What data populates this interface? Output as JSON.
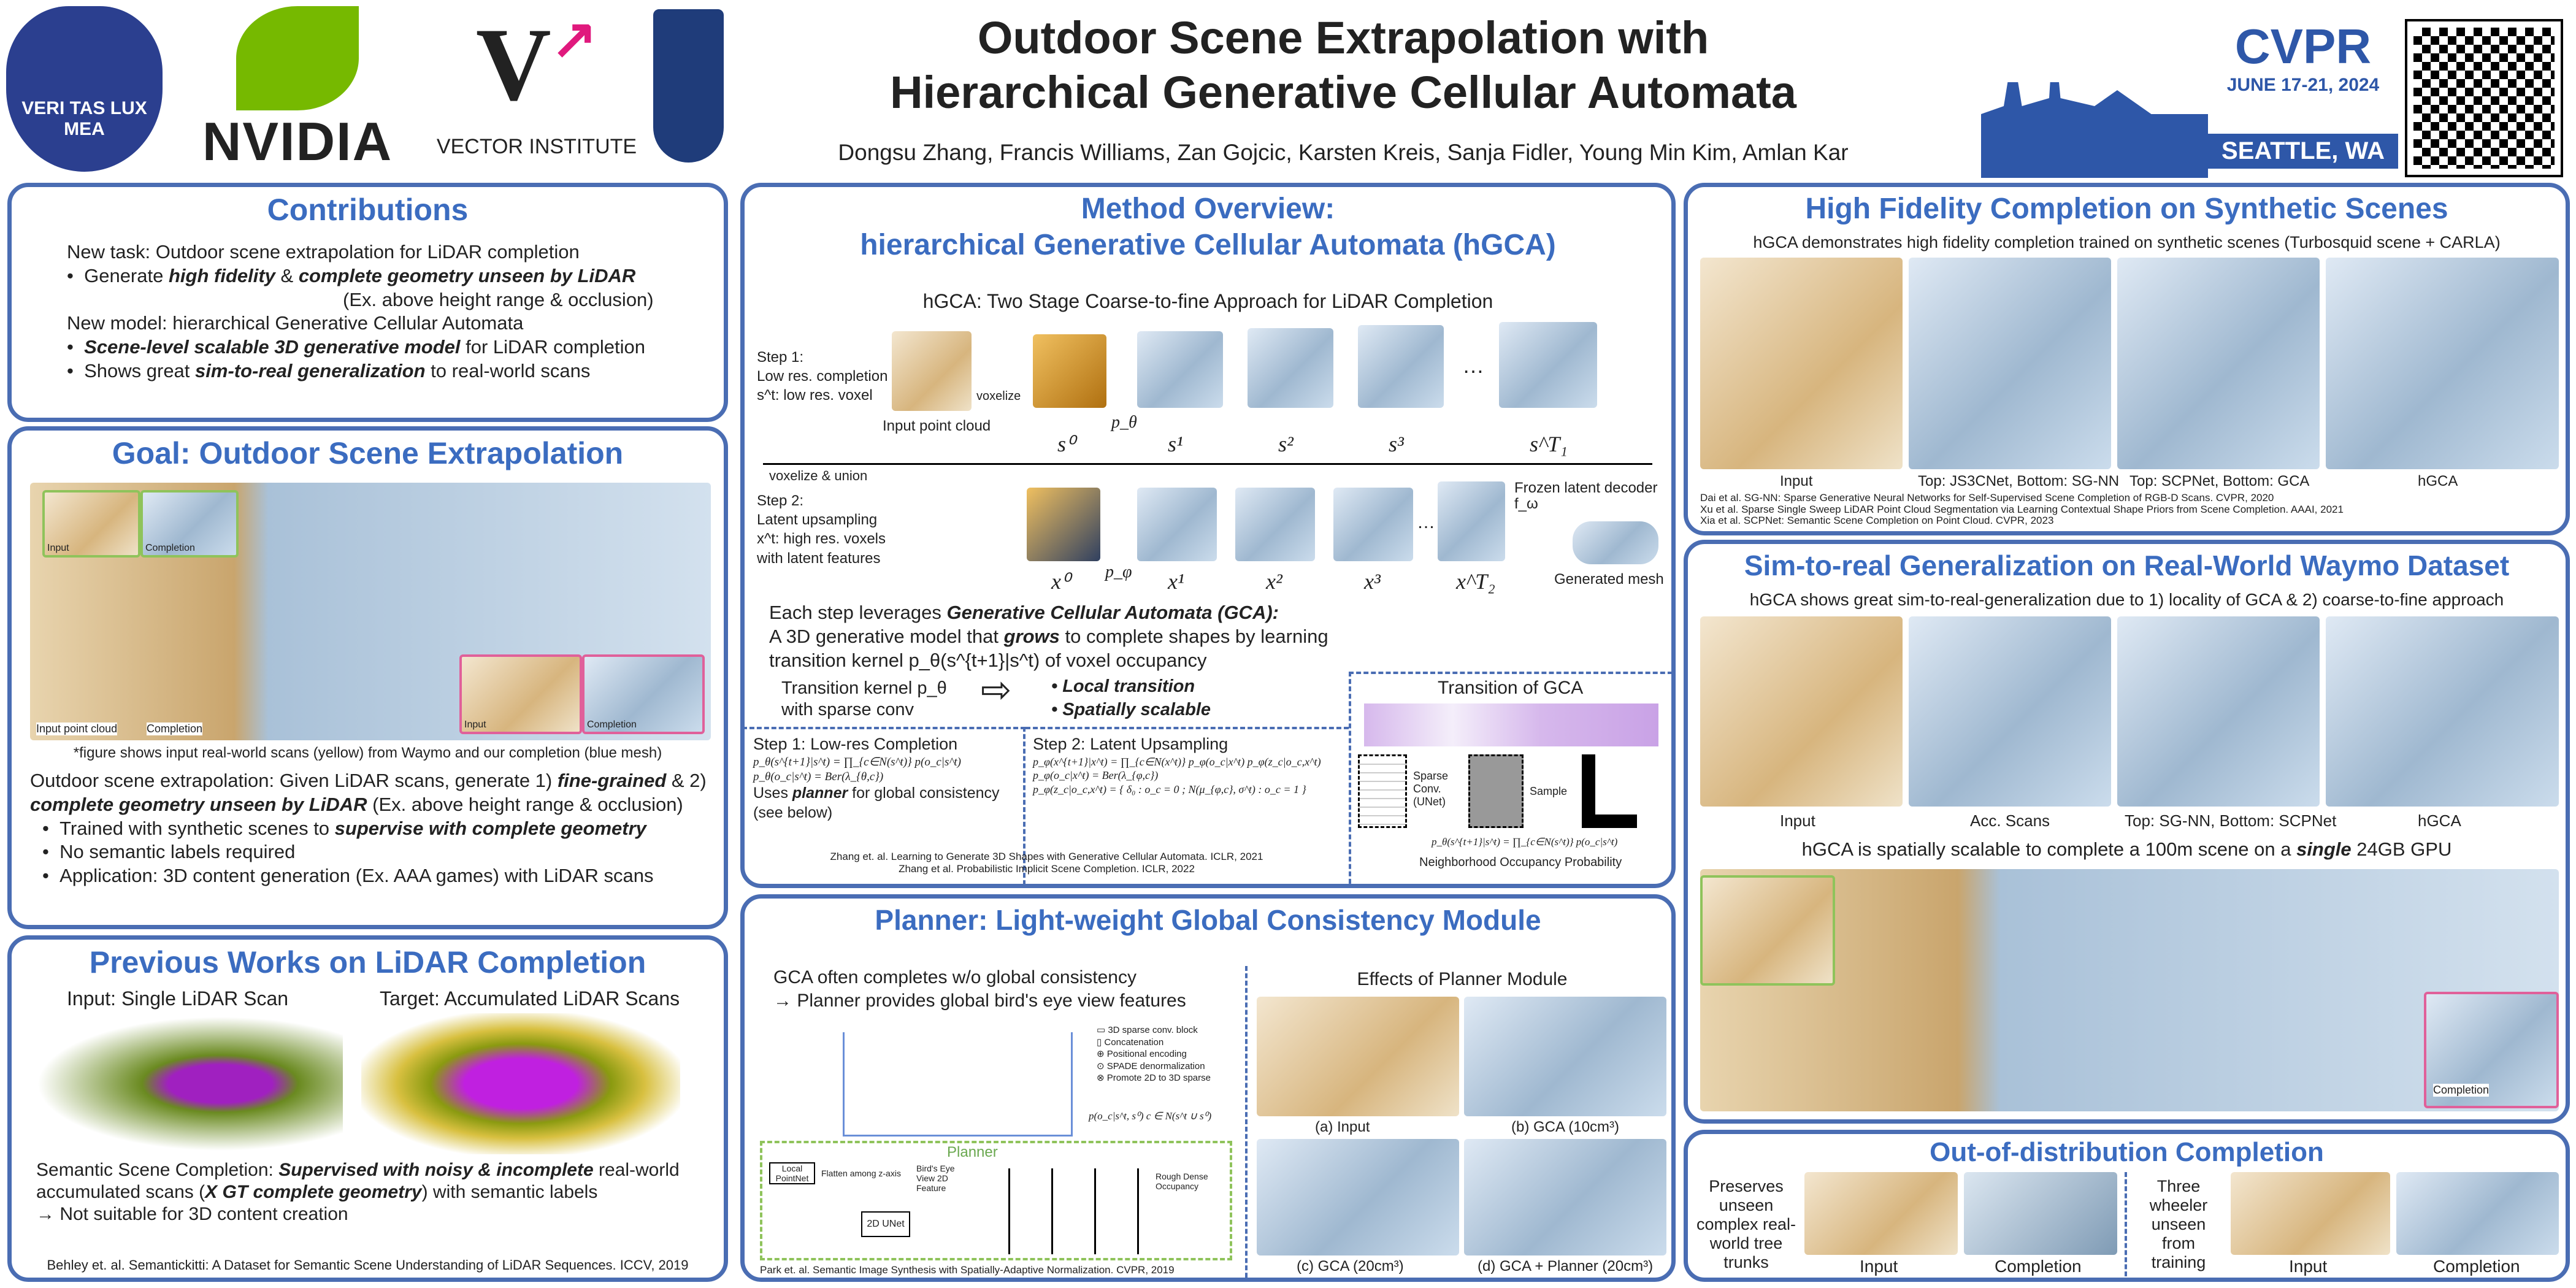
{
  "header": {
    "title_line1": "Outdoor Scene Extrapolation with",
    "title_line2": "Hierarchical Generative Cellular Automata",
    "authors": "Dongsu Zhang, Francis Williams, Zan Gojcic, Karsten Kreis, Sanja Fidler, Young Min Kim, Amlan Kar",
    "logos": {
      "snu": "VERI TAS LUX MEA",
      "nvidia": "NVIDIA",
      "vector": "VECTOR INSTITUTE",
      "conference": "CVPR",
      "dates": "JUNE 17-21, 2024",
      "city": "SEATTLE, WA"
    }
  },
  "contributions": {
    "title": "Contributions",
    "l1": "New task: Outdoor scene extrapolation for LiDAR completion",
    "b1a": "Generate ",
    "b1b": "high fidelity",
    "b1c": " & ",
    "b1d": "complete geometry unseen by LiDAR",
    "l2": "(Ex. above height range & occlusion)",
    "l3": "New model: hierarchical Generative Cellular Automata",
    "b2a": "Scene-level scalable 3D generative model",
    "b2b": " for LiDAR completion",
    "b3a": "Shows great ",
    "b3b": "sim-to-real generalization",
    "b3c": " to real-world scans"
  },
  "goal": {
    "title": "Goal: Outdoor Scene Extrapolation",
    "fig_labels": [
      "Input",
      "Completion",
      "Input point cloud",
      "Completion",
      "Input",
      "Completion"
    ],
    "note": "*figure shows input real-world scans (yellow) from Waymo and our completion (blue mesh)",
    "p1": "Outdoor scene extrapolation: Given LiDAR scans, generate 1) ",
    "p1b": "fine-grained",
    "p1c": " & 2) ",
    "p1d": "complete geometry unseen by LiDAR",
    "p1e": " (Ex. above height range & occlusion)",
    "bullets": [
      {
        "a": "Trained with synthetic scenes to ",
        "b": "supervise with complete geometry"
      },
      {
        "a": "No semantic labels required",
        "b": ""
      },
      {
        "a": "Application: 3D content generation (Ex. AAA games) with LiDAR scans",
        "b": ""
      }
    ]
  },
  "previous": {
    "title": "Previous Works on LiDAR Completion",
    "input_label": "Input: Single LiDAR Scan",
    "target_label": "Target: Accumulated LiDAR Scans",
    "p1": "Semantic Scene Completion: ",
    "p1b": "Supervised with noisy & incomplete",
    "p1c": " real-world accumulated scans (",
    "p1d": "X GT complete geometry",
    "p1e": ") with semantic labels",
    "p2": "→ Not suitable for 3D content creation",
    "ref": "Behley et. al. Semantickitti: A Dataset for Semantic Scene Understanding of LiDAR Sequences. ICCV, 2019"
  },
  "method": {
    "title1": "Method Overview:",
    "title2": "hierarchical Generative Cellular Automata (hGCA)",
    "subtitle": "hGCA: Two Stage Coarse-to-fine Approach for LiDAR Completion",
    "step1": [
      "Step 1:",
      "Low res. completion",
      "s^t: low res. voxel"
    ],
    "input_pc": "Input point cloud",
    "voxelize": "voxelize",
    "s_labels": [
      "s⁰",
      "p_θ",
      "s¹",
      "s²",
      "s³",
      "…",
      "s^T₁"
    ],
    "voxelize_union": "voxelize & union",
    "step2": [
      "Step 2:",
      "Latent upsampling",
      "x^t: high res. voxels",
      "with latent features"
    ],
    "x_labels": [
      "x⁰",
      "p_φ",
      "x¹",
      "x²",
      "x³",
      "…",
      "x^T₂"
    ],
    "frozen": "Frozen latent decoder f_ω",
    "generated": "Generated mesh",
    "gca_p1": "Each step leverages ",
    "gca_p1b": "Generative Cellular Automata (GCA):",
    "gca_p2": "A 3D generative model that ",
    "gca_p2b": "grows",
    "gca_p2c": " to complete shapes by learning transition kernel p_θ(s^{t+1}|s^t) of voxel occupancy",
    "kernel": "Transition kernel p_θ with sparse conv",
    "kb1": "Local transition",
    "kb2": "Spatially scalable",
    "transition_title": "Transition of GCA",
    "sparse_conv": "Sparse Conv. (UNet)",
    "sample": "Sample",
    "nop": "Neighborhood Occupancy Probability",
    "nop_formula": "p_θ(s^{t+1}|s^t) = ∏_{c∈N(s^t)} p(o_c|s^t)",
    "s1_title": "Step 1: Low-res Completion",
    "s1_f1": "p_θ(s^{t+1}|s^t) = ∏_{c∈N(s^t)} p(o_c|s^t)",
    "s1_f2": "p_θ(o_c|s^t) = Ber(λ_{θ,c})",
    "s1_t1": "Uses ",
    "s1_t2": "planner",
    "s1_t3": " for global consistency (see below)",
    "s2_title": "Step 2: Latent Upsampling",
    "s2_f1": "p_φ(x^{t+1}|x^t) = ∏_{c∈N(x^t)} p_φ(o_c|x^t) p_φ(z_c|o_c,x^t)",
    "s2_f2": "p_φ(o_c|x^t) = Ber(λ_{φ,c})",
    "s2_f3": "p_φ(z_c|o_c,x^t) = { δ₀ : o_c = 0 ; N(μ_{φ,c}, σ^t) : o_c = 1 }",
    "ref1": "Zhang et. al. Learning to Generate 3D Shapes with Generative Cellular Automata. ICLR, 2021",
    "ref2": "Zhang et al. Probabilistic Implicit Scene Completion. ICLR, 2022"
  },
  "planner": {
    "title": "Planner: Light-weight Global Consistency Module",
    "l1": "GCA often completes w/o global consistency",
    "l2": "→ Planner provides global bird's eye view features",
    "legend": [
      "3D sparse conv. block",
      "Concatenation",
      "Positional encoding",
      "SPADE denormalization",
      "Promote 2D to 3D sparse"
    ],
    "planner_label": "Planner",
    "local_pointnet": "Local PointNet",
    "flatten": "Flatten among z-axis",
    "bev": "Bird's Eye View 2D Feature",
    "unet": "2D UNet",
    "rough": "Rough Dense Occupancy",
    "out": "p(o_c|s^t, s⁰)  c ∈ N(s^t ∪ s⁰)",
    "effects_title": "Effects of Planner Module",
    "effects": [
      "(a) Input",
      "(b) GCA (10cm³)",
      "(c) GCA (20cm³)",
      "(d) GCA + Planner (20cm³)"
    ],
    "ref": "Park et. al. Semantic Image Synthesis with Spatially-Adaptive Normalization. CVPR, 2019"
  },
  "fidelity": {
    "title": "High Fidelity Completion on Synthetic Scenes",
    "sub": "hGCA demonstrates high fidelity completion trained on synthetic scenes (Turbosquid scene + CARLA)",
    "cols": [
      "Input",
      "Top: JS3CNet, Bottom: SG-NN",
      "Top: SCPNet, Bottom: GCA",
      "hGCA"
    ],
    "refs": [
      "Dai et al. SG-NN: Sparse Generative Neural Networks for Self-Supervised Scene Completion of RGB-D Scans. CVPR, 2020",
      "Xu et al. Sparse Single Sweep LiDAR Point Cloud Segmentation via Learning Contextual Shape Priors from Scene Completion. AAAI, 2021",
      "Xia et al. SCPNet: Semantic Scene Completion on Point Cloud. CVPR, 2023"
    ]
  },
  "simreal": {
    "title": "Sim-to-real Generalization on Real-World Waymo Dataset",
    "sub": "hGCA shows great sim-to-real-generalization due to 1) locality of GCA & 2) coarse-to-fine approach",
    "cols": [
      "Input",
      "Acc. Scans",
      "Top: SG-NN, Bottom: SCPNet",
      "hGCA"
    ],
    "scale1": "hGCA is spatially scalable to complete a 100m scene on a ",
    "scale2": "single",
    "scale3": " 24GB GPU",
    "completion": "Completion"
  },
  "ood": {
    "title": "Out-of-distribution Completion",
    "left_desc": "Preserves unseen complex real-world tree trunks",
    "right_desc": "Three wheeler unseen from training",
    "labels": [
      "Input",
      "Completion",
      "Input",
      "Completion"
    ]
  }
}
